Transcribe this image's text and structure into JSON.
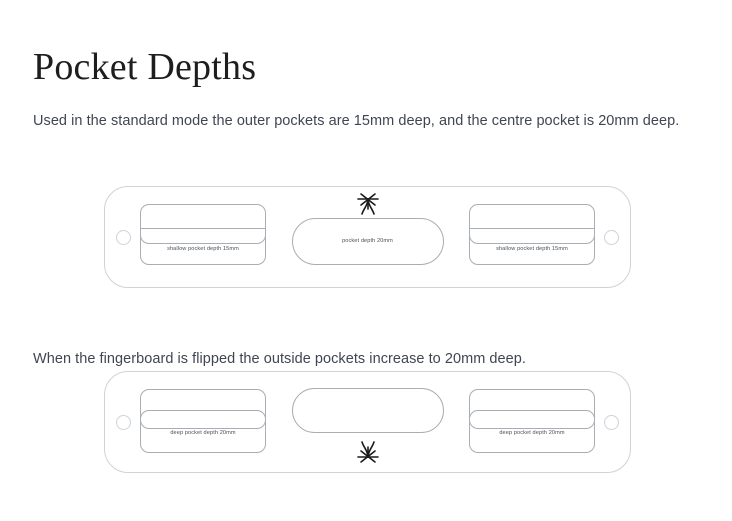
{
  "page": {
    "title": "Pocket Depths",
    "paragraph_1": "Used in the standard mode the outer pockets are 15mm deep, and the centre pocket is 20mm deep.",
    "paragraph_2": "When the fingerboard is flipped the outside pockets increase to 20mm deep."
  },
  "colors": {
    "background": "#ffffff",
    "title_text": "#1e1e1e",
    "body_text": "#3f4652",
    "frame_stroke": "#cfd2d6",
    "pocket_stroke": "#a9adb4",
    "label_text": "#4a4f58",
    "marker_stroke": "#1a1a1a"
  },
  "diagrams": [
    {
      "name": "standard-mode-fingerboard",
      "marker": "orientation-marker-up",
      "pockets": {
        "left_label": "shallow pocket depth 15mm",
        "centre_label": "pocket depth 20mm",
        "right_label": "shallow pocket depth 15mm"
      }
    },
    {
      "name": "flipped-mode-fingerboard",
      "marker": "orientation-marker-down",
      "pockets": {
        "left_label": "deep pocket depth 20mm",
        "centre_label": "",
        "right_label": "deep pocket depth 20mm"
      }
    }
  ]
}
